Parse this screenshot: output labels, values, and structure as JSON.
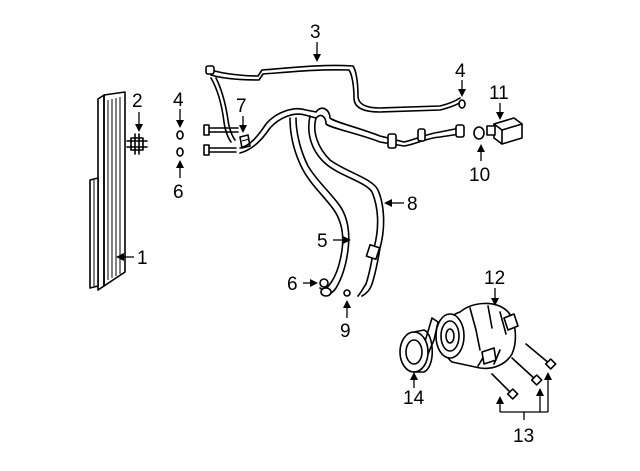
{
  "callouts": {
    "c1": "1",
    "c2": "2",
    "c3": "3",
    "c4a": "4",
    "c4b": "4",
    "c5": "5",
    "c6a": "6",
    "c6b": "6",
    "c7": "7",
    "c8": "8",
    "c9": "9",
    "c10": "10",
    "c11": "11",
    "c12": "12",
    "c13": "13",
    "c14": "14"
  }
}
